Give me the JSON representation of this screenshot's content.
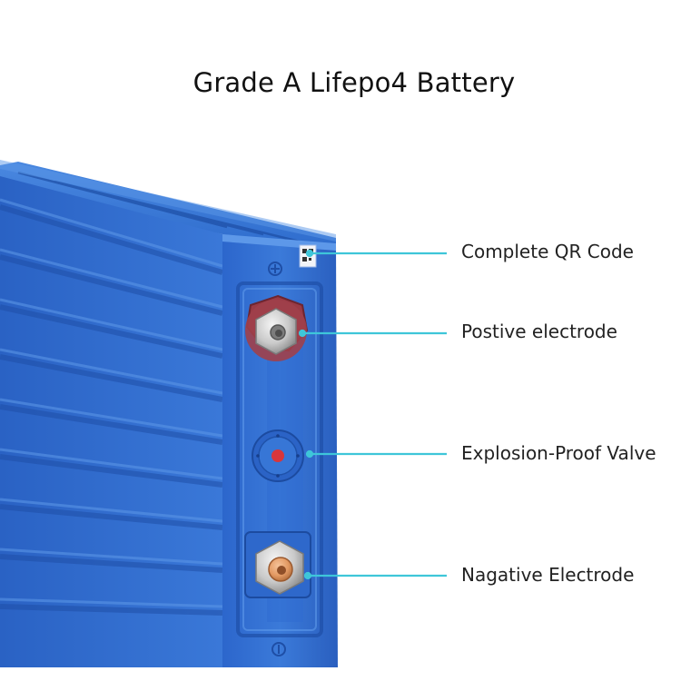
{
  "title": "Grade A Lifepo4 Battery",
  "callouts": [
    {
      "label": "Complete QR Code"
    },
    {
      "label": "Postive electrode"
    },
    {
      "label": "Explosion-Proof Valve"
    },
    {
      "label": "Nagative Electrode"
    }
  ],
  "colors": {
    "battery_blue": "#2f6fd0",
    "battery_dark": "#1f4fa8",
    "leader_line": "#3ec6d9",
    "positive_terminal": "#a0404a",
    "negative_terminal_core": "#e39a63",
    "valve_center": "#d8363b"
  }
}
